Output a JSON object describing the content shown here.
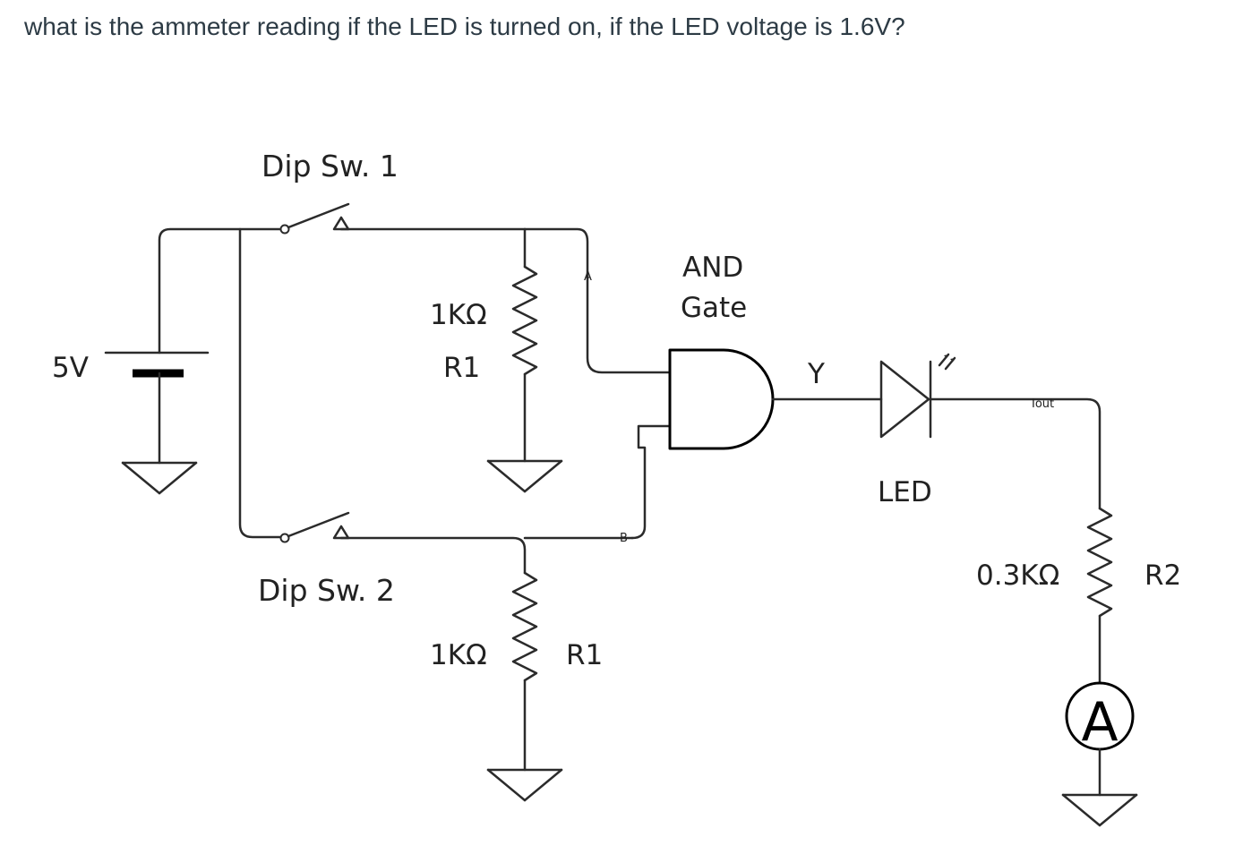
{
  "question": "what is the ammeter reading if the LED is turned on, if the LED voltage is 1.6V?",
  "labels": {
    "source_voltage": "5V",
    "dip_switch_1": "Dip Sw. 1",
    "dip_switch_2": "Dip Sw. 2",
    "r1_top_value": "1KΩ",
    "r1_top_name": "R1",
    "r1_bottom_value": "1KΩ",
    "r1_bottom_name": "R1",
    "and_gate_line1": "AND",
    "and_gate_line2": "Gate",
    "gate_input_a": "A",
    "gate_input_b": "B",
    "gate_output": "Y",
    "led": "LED",
    "iout": "Iout",
    "r2_value": "0.3KΩ",
    "r2_name": "R2",
    "ammeter": "A"
  }
}
